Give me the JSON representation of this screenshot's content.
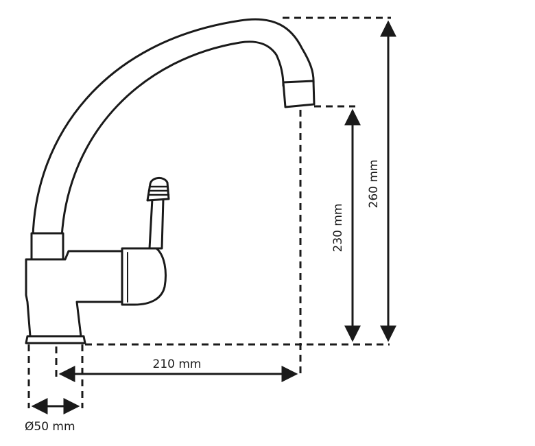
{
  "dimensions": {
    "spout_height": "260 mm",
    "outlet_height": "230 mm",
    "spout_reach": "210 mm",
    "base_diameter": "Ø50 mm"
  }
}
